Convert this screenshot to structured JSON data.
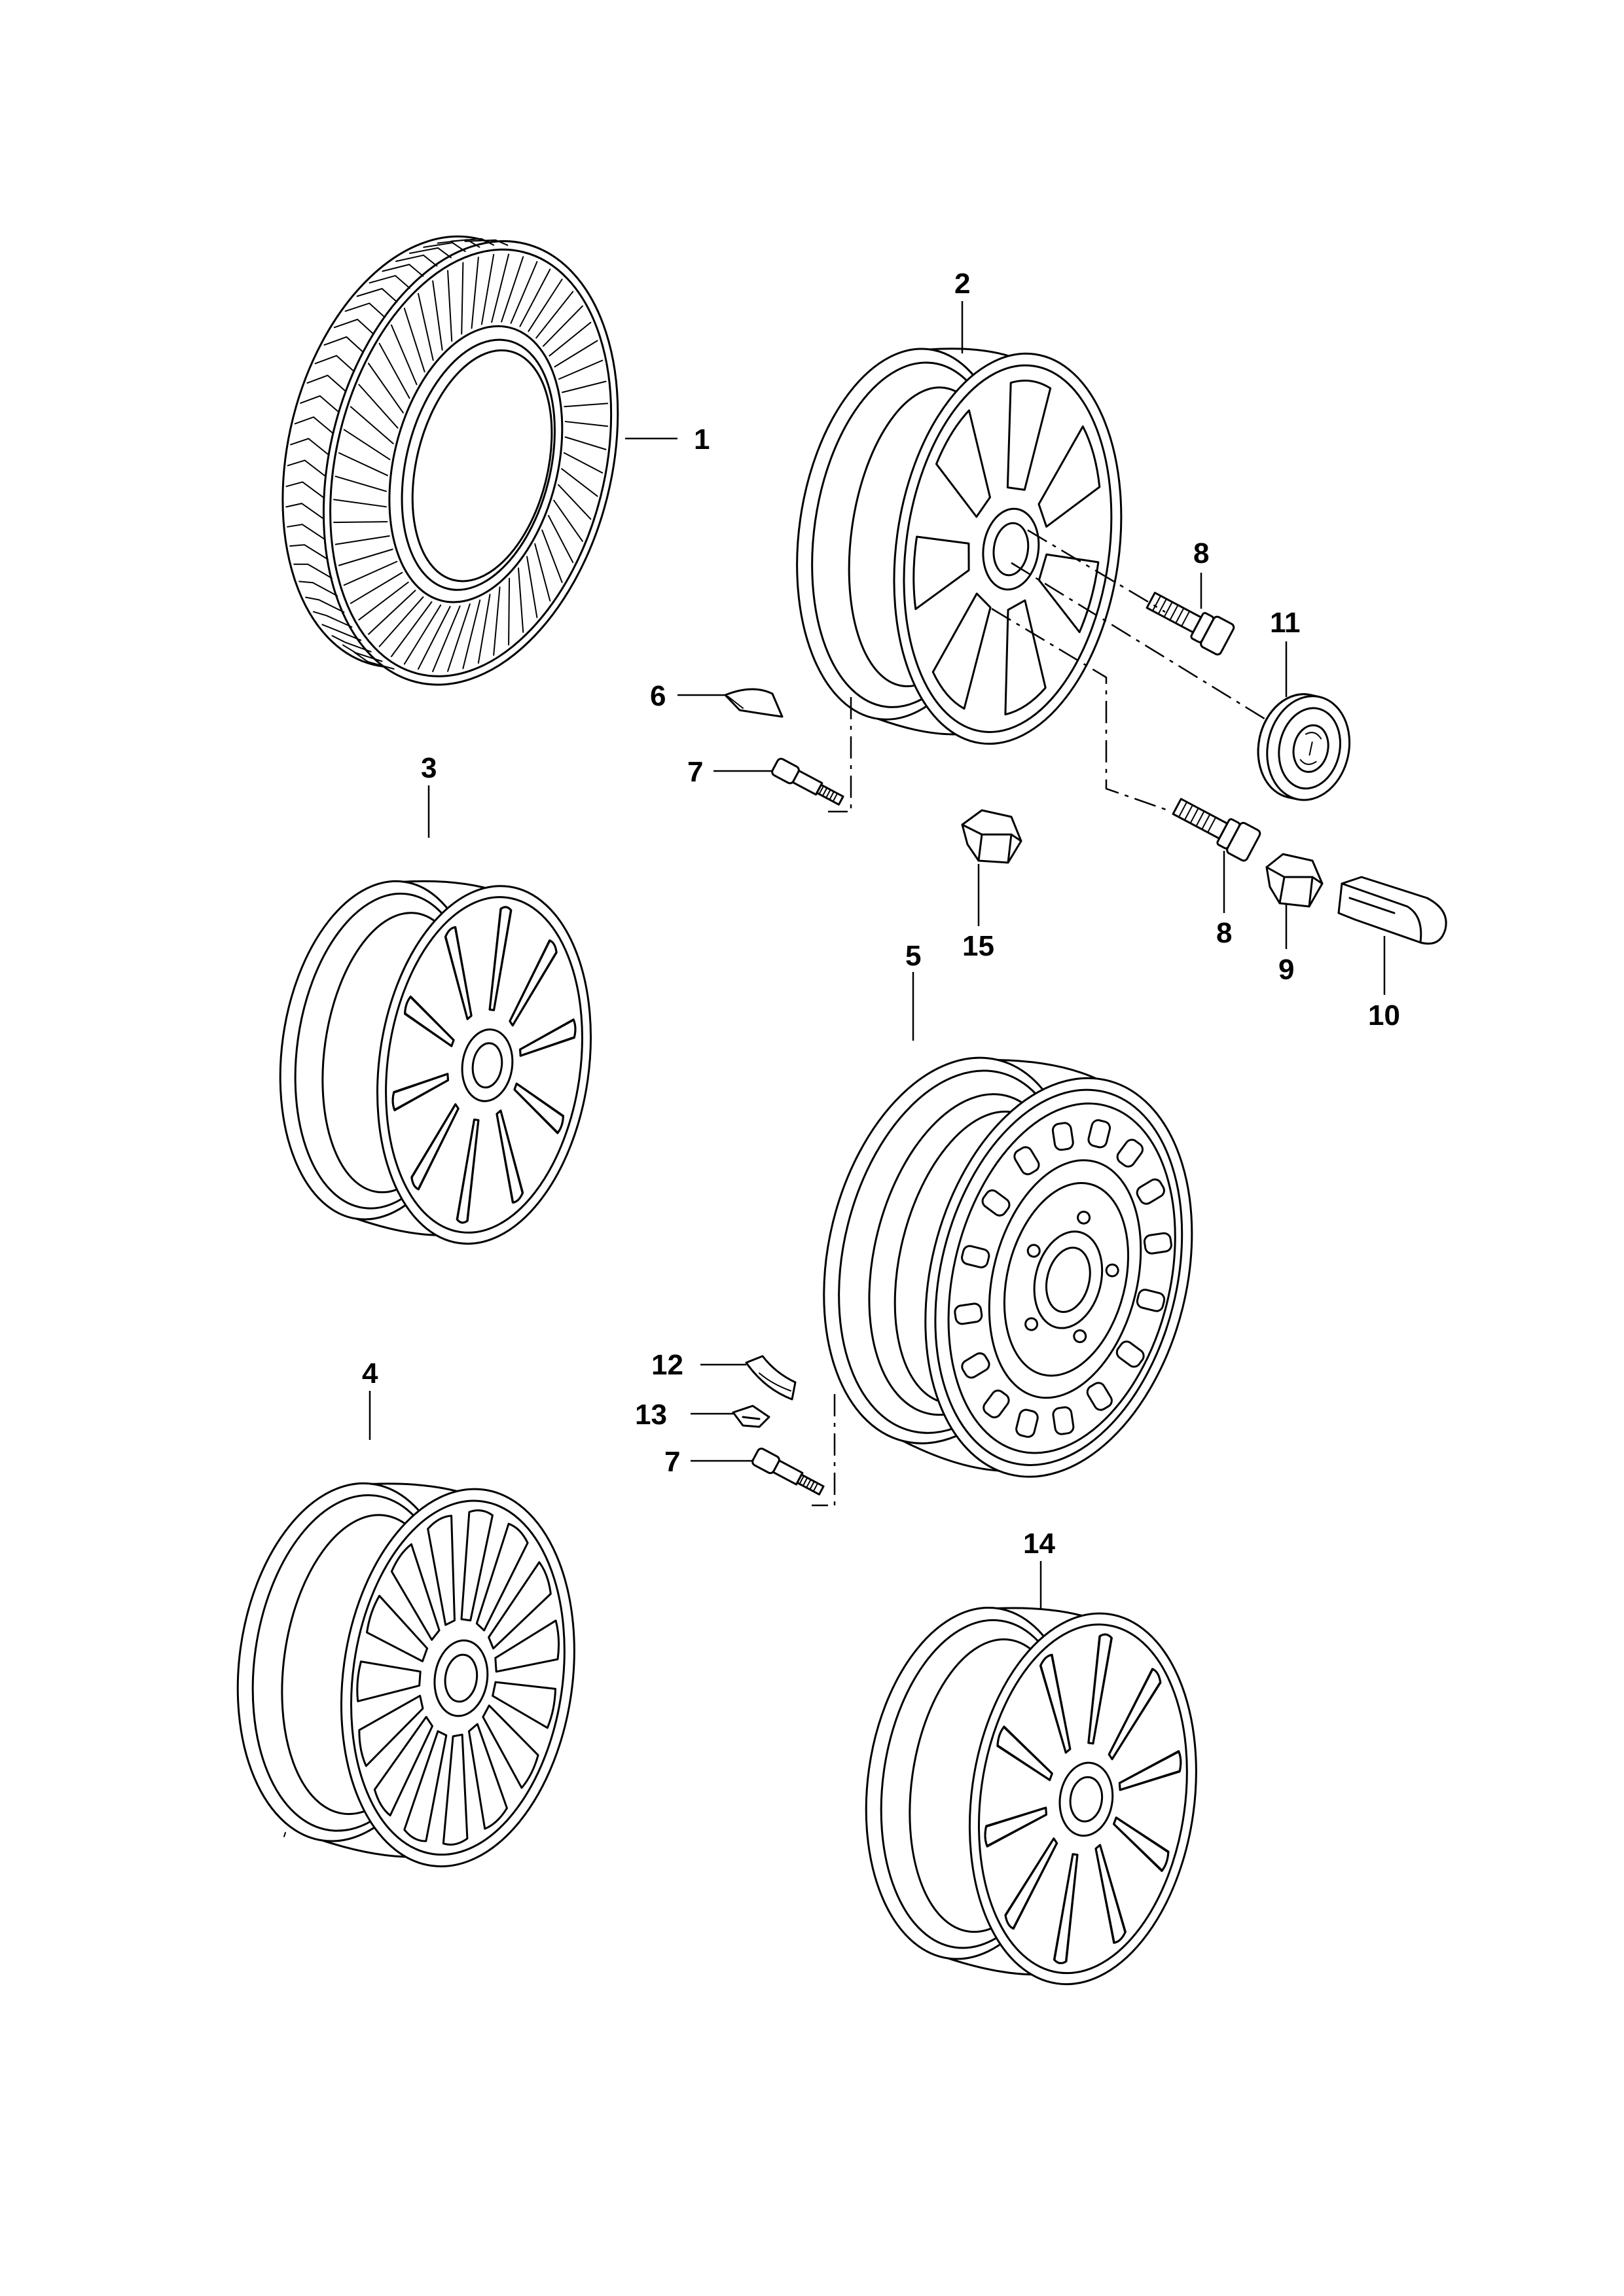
{
  "figure": {
    "callouts": [
      {
        "id": "c1",
        "label": "1"
      },
      {
        "id": "c2",
        "label": "2"
      },
      {
        "id": "c3",
        "label": "3"
      },
      {
        "id": "c4",
        "label": "4"
      },
      {
        "id": "c5",
        "label": "5"
      },
      {
        "id": "c6",
        "label": "6"
      },
      {
        "id": "c7a",
        "label": "7"
      },
      {
        "id": "c7b",
        "label": "7"
      },
      {
        "id": "c8a",
        "label": "8"
      },
      {
        "id": "c8b",
        "label": "8"
      },
      {
        "id": "c9",
        "label": "9"
      },
      {
        "id": "c10",
        "label": "10"
      },
      {
        "id": "c11",
        "label": "11"
      },
      {
        "id": "c12",
        "label": "12"
      },
      {
        "id": "c13",
        "label": "13"
      },
      {
        "id": "c14",
        "label": "14"
      },
      {
        "id": "c15",
        "label": "15"
      }
    ],
    "parts": [
      {
        "callout": "1",
        "name": "tyre-icon"
      },
      {
        "callout": "2",
        "name": "alloy-wheel-7-spoke-icon"
      },
      {
        "callout": "3",
        "name": "alloy-wheel-multi-spoke-icon"
      },
      {
        "callout": "4",
        "name": "alloy-wheel-15-spoke-icon"
      },
      {
        "callout": "5",
        "name": "steel-wheel-icon"
      },
      {
        "callout": "6",
        "name": "balance-weight-icon"
      },
      {
        "callout": "7",
        "name": "tyre-valve-icon"
      },
      {
        "callout": "8",
        "name": "wheel-bolt-icon"
      },
      {
        "callout": "9",
        "name": "bolt-cap-icon"
      },
      {
        "callout": "10",
        "name": "cap-puller-icon"
      },
      {
        "callout": "11",
        "name": "hub-cap-icon"
      },
      {
        "callout": "12",
        "name": "balance-weight-icon"
      },
      {
        "callout": "13",
        "name": "balance-weight-clip-icon"
      },
      {
        "callout": "14",
        "name": "alloy-wheel-double-spoke-icon"
      },
      {
        "callout": "15",
        "name": "anti-theft-nut-cap-icon"
      }
    ]
  }
}
